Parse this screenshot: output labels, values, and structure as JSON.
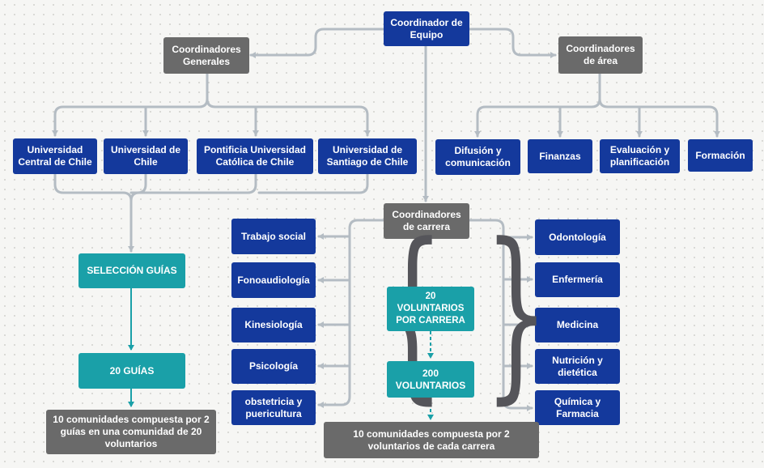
{
  "top": {
    "coordinator": "Coordinador de\nEquipo"
  },
  "general": {
    "label": "Coordinadores\nGenerales",
    "universities": [
      "Universidad\nCentral de Chile",
      "Universidad de\nChile",
      "Pontificia Universidad\nCatólica de Chile",
      "Universidad de\nSantiago de Chile"
    ]
  },
  "area": {
    "label": "Coordinadores\nde área",
    "items": [
      "Difusión y\ncomunicación",
      "Finanzas",
      "Evaluación y\nplanificación",
      "Formación"
    ]
  },
  "guides": {
    "selection": "SELECCIÓN GUÍAS",
    "count": "20 GUÍAS",
    "communities": "10 comunidades compuesta por 2\nguías en una comunidad de 20\nvoluntarios"
  },
  "career": {
    "label": "Coordinadores\nde carrera",
    "left": [
      "Trabajo social",
      "Fonoaudiología",
      "Kinesiología",
      "Psicología",
      "obstetricia y\npuericultura"
    ],
    "right": [
      "Odontología",
      "Enfermería",
      "Medicina",
      "Nutrición y\ndietética",
      "Química y\nFarmacia"
    ],
    "per_career": "20\nVOLUNTARIOS\nPOR CARRERA",
    "total": "200\nVOLUNTARIOS",
    "communities": "10 comunidades compuesta por 2\nvoluntarios de cada carrera"
  },
  "colors": {
    "blue": "#14399c",
    "gray": "#6a6a6a",
    "teal": "#1aa0a8",
    "connector": "#b4bcc3"
  }
}
